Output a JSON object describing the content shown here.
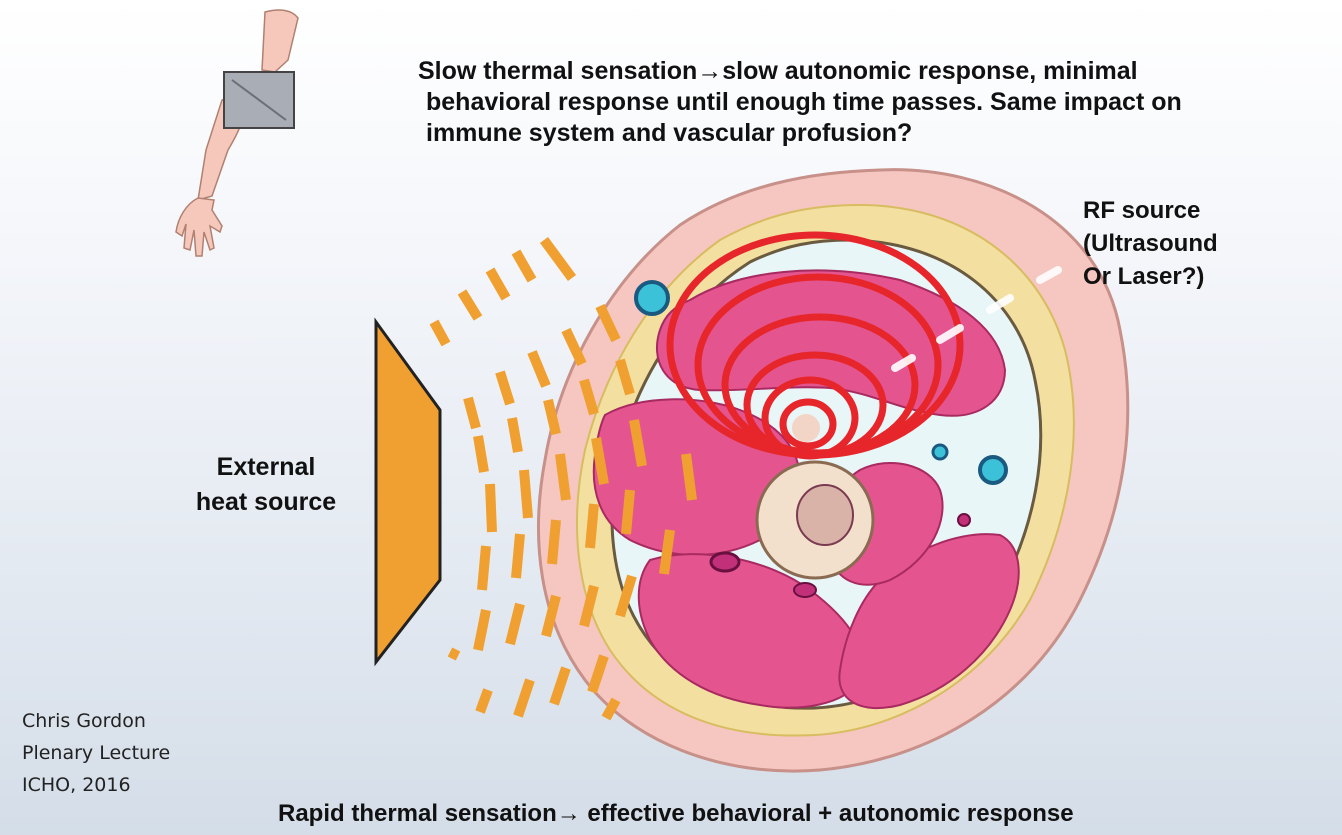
{
  "slide": {
    "top_caption_lines": [
      "Slow thermal sensation→slow autonomic response, minimal",
      "behavioral response until enough time passes. Same impact on",
      "immune system and vascular profusion?"
    ],
    "rf_label_lines": [
      "RF source",
      "(Ultrasound",
      "Or Laser?)"
    ],
    "heat_label_lines": [
      "External",
      "heat source"
    ],
    "bottom_caption": "Rapid thermal sensation→ effective behavioral + autonomic response",
    "credit_lines": [
      "Chris Gordon",
      "Plenary Lecture",
      "ICHO, 2016"
    ]
  },
  "colors": {
    "heat_source": "#f0a030",
    "rf_rings": "#e6262a",
    "muscle": "#e4558f",
    "fat": "#f3e0a0",
    "skin": "#f6c6c0"
  }
}
